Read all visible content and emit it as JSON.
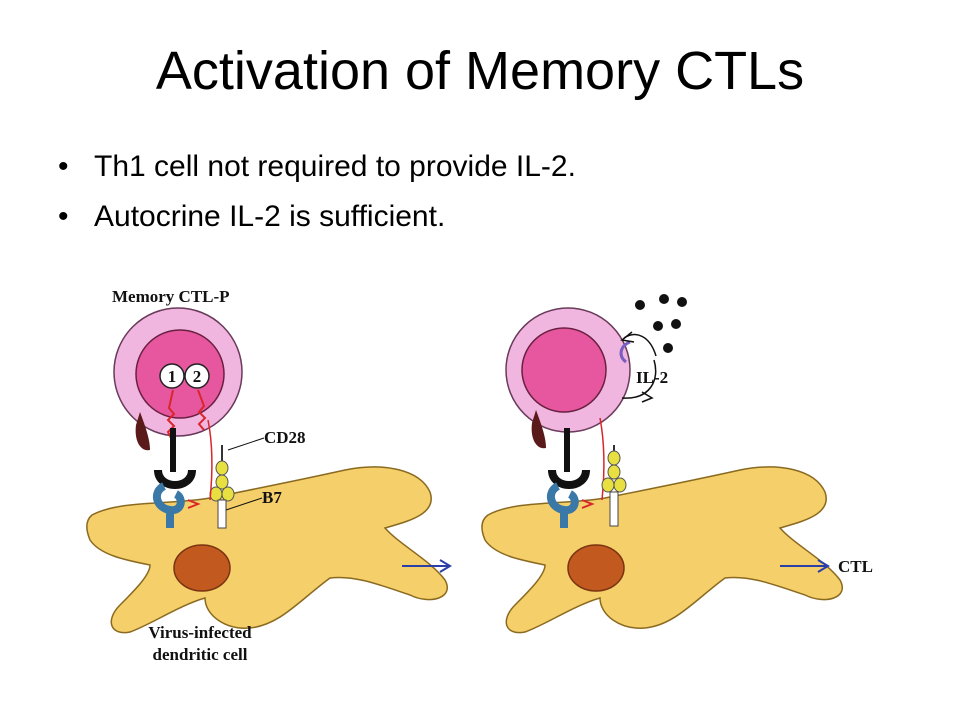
{
  "title": "Activation of Memory CTLs",
  "bullets": [
    "Th1 cell not required to provide IL-2.",
    "Autocrine IL-2 is sufficient."
  ],
  "diagram": {
    "label_memory": "Memory CTL-P",
    "label_cd28": "CD28",
    "label_b7": "B7",
    "label_virus_line1": "Virus-infected",
    "label_virus_line2": "dendritic cell",
    "label_il2": "IL-2",
    "label_ctl": "CTL",
    "receptor_1": "1",
    "receptor_2": "2"
  },
  "colors": {
    "cell_pink_light": "#f0b6e0",
    "nucleus_pink": "#e7579f",
    "dendritic_yellow": "#f5cf6a",
    "dendritic_nucleus": "#c25a1f",
    "arrow_blue": "#2b3fa8",
    "tcr_blue": "#3a78a8",
    "signal_red": "#d9262b"
  }
}
